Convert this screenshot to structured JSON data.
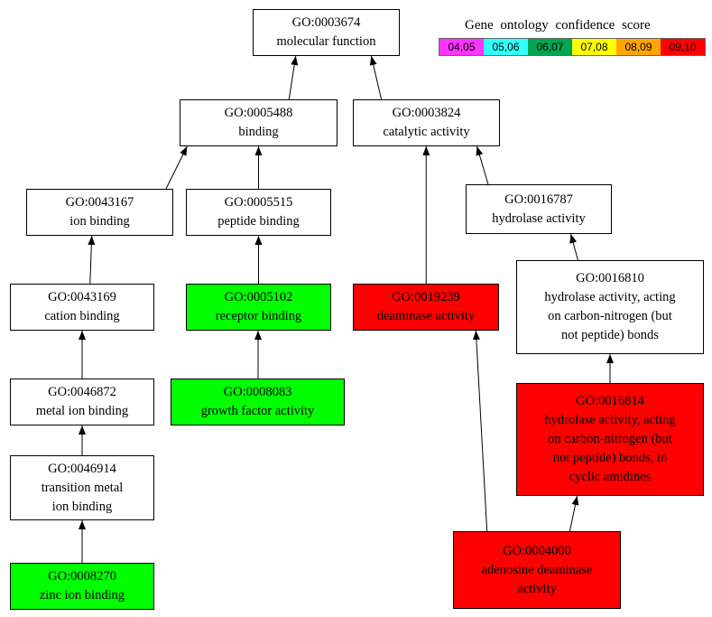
{
  "legend": {
    "title": "Gene ontology  confidence  score",
    "bins": [
      {
        "label": "04,05",
        "color": "#ff33ff"
      },
      {
        "label": "05,06",
        "color": "#33ffff"
      },
      {
        "label": "06,07",
        "color": "#00a651"
      },
      {
        "label": "07,08",
        "color": "#ffff00"
      },
      {
        "label": "08,09",
        "color": "#ffa500"
      },
      {
        "label": "09,10",
        "color": "#ff0000"
      }
    ]
  },
  "node_colors": {
    "white": "#ffffff",
    "green": "#00ff00",
    "red": "#ff0000"
  },
  "nodes": {
    "go0003674": {
      "id": "GO:0003674",
      "label": "molecular  function",
      "fill": "white"
    },
    "go0005488": {
      "id": "GO:0005488",
      "label": "binding",
      "fill": "white"
    },
    "go0003824": {
      "id": "GO:0003824",
      "label": "catalytic  activity",
      "fill": "white"
    },
    "go0043167": {
      "id": "GO:0043167",
      "label": "ion binding",
      "fill": "white"
    },
    "go0005515": {
      "id": "GO:0005515",
      "label": "peptide binding",
      "fill": "white"
    },
    "go0016787": {
      "id": "GO:0016787",
      "label": "hydrolase activity",
      "fill": "white"
    },
    "go0043169": {
      "id": "GO:0043169",
      "label": "cation binding",
      "fill": "white"
    },
    "go0005102": {
      "id": "GO:0005102",
      "label": "receptor binding",
      "fill": "green"
    },
    "go0019239": {
      "id": "GO:0019239",
      "label": "deaminase  activity",
      "fill": "red"
    },
    "go0016810": {
      "id": "GO:0016810",
      "label": "hydrolase activity,  acting\non carbon-nitrogen  (but\nnot peptide) bonds",
      "fill": "white"
    },
    "go0046872": {
      "id": "GO:0046872",
      "label": "metal ion binding",
      "fill": "white"
    },
    "go0008083": {
      "id": "GO:0008083",
      "label": "growth factor activity",
      "fill": "green"
    },
    "go0016814": {
      "id": "GO:0016814",
      "label": "hydrolase activity,  acting\non carbon-nitrogen  (but\nnot peptide) bonds, in\ncyclic  amidines",
      "fill": "red"
    },
    "go0046914": {
      "id": "GO:0046914",
      "label": "transition  metal\nion binding",
      "fill": "white"
    },
    "go0008270": {
      "id": "GO:0008270",
      "label": "zinc  ion binding",
      "fill": "green"
    },
    "go0004000": {
      "id": "GO:0004000",
      "label": "adenosine  deaminase\nactivity",
      "fill": "red"
    }
  },
  "edges": [
    [
      "go0005488",
      "go0003674"
    ],
    [
      "go0003824",
      "go0003674"
    ],
    [
      "go0043167",
      "go0005488"
    ],
    [
      "go0005515",
      "go0005488"
    ],
    [
      "go0019239",
      "go0003824"
    ],
    [
      "go0016787",
      "go0003824"
    ],
    [
      "go0043169",
      "go0043167"
    ],
    [
      "go0005102",
      "go0005515"
    ],
    [
      "go0016810",
      "go0016787"
    ],
    [
      "go0046872",
      "go0043169"
    ],
    [
      "go0008083",
      "go0005102"
    ],
    [
      "go0016814",
      "go0016810"
    ],
    [
      "go0046914",
      "go0046872"
    ],
    [
      "go0008270",
      "go0046914"
    ],
    [
      "go0004000",
      "go0019239"
    ],
    [
      "go0004000",
      "go0016814"
    ]
  ]
}
